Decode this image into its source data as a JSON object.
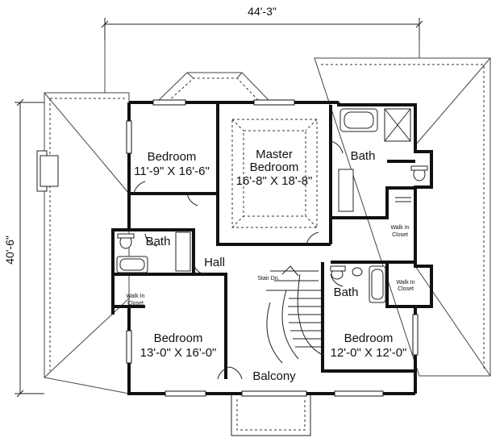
{
  "dimensions": {
    "width_label": "44'-3\"",
    "depth_label": "40'-6\""
  },
  "rooms": {
    "bedroom_nw": {
      "name": "Bedroom",
      "size": "11'-9\" X 16'-6\""
    },
    "master": {
      "name_line1": "Master",
      "name_line2": "Bedroom",
      "size": "16'-8\" X 18'-8\""
    },
    "bath_master": {
      "name": "Bath"
    },
    "bath_west": {
      "name": "Bath"
    },
    "hall": {
      "name": "Hall"
    },
    "walkin_west": {
      "line1": "Walk In",
      "line2": "Closet"
    },
    "walkin_east_upper": {
      "line1": "Walk In",
      "line2": "Closet"
    },
    "walkin_east_lower": {
      "line1": "Walk In",
      "line2": "Closet"
    },
    "stair": {
      "label": "Stair Dn."
    },
    "bath_east": {
      "name": "Bath"
    },
    "bedroom_sw": {
      "name": "Bedroom",
      "size": "13'-0\" X 16'-0\""
    },
    "bedroom_se": {
      "name": "Bedroom",
      "size": "12'-0\" X 12'-0\""
    },
    "balcony": {
      "name": "Balcony"
    }
  }
}
